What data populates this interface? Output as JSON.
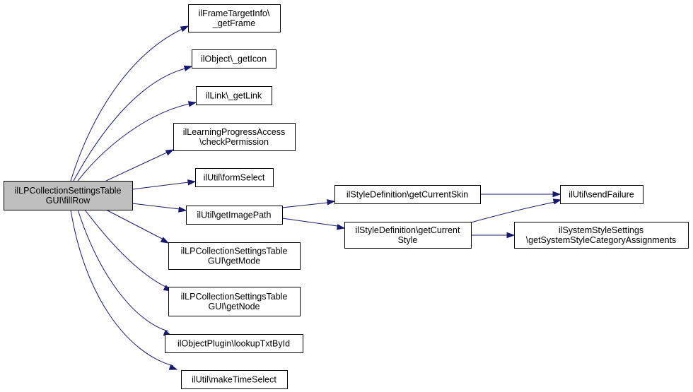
{
  "root": {
    "id": "root",
    "lines": [
      "ilLPCollectionSettingsTable",
      "GUI\\fillRow"
    ]
  },
  "nodes": [
    {
      "id": "n1",
      "lines": [
        "ilFrameTargetInfo\\",
        "_getFrame"
      ]
    },
    {
      "id": "n2",
      "lines": [
        "ilObject\\_getIcon"
      ]
    },
    {
      "id": "n3",
      "lines": [
        "ilLink\\_getLink"
      ]
    },
    {
      "id": "n4",
      "lines": [
        "ilLearningProgressAccess",
        "\\checkPermission"
      ]
    },
    {
      "id": "n5",
      "lines": [
        "ilUtil\\formSelect"
      ]
    },
    {
      "id": "n6",
      "lines": [
        "ilUtil\\getImagePath"
      ]
    },
    {
      "id": "n7",
      "lines": [
        "ilLPCollectionSettingsTable",
        "GUI\\getMode"
      ]
    },
    {
      "id": "n8",
      "lines": [
        "ilLPCollectionSettingsTable",
        "GUI\\getNode"
      ]
    },
    {
      "id": "n9",
      "lines": [
        "ilObjectPlugin\\lookupTxtById"
      ]
    },
    {
      "id": "n10",
      "lines": [
        "ilUtil\\makeTimeSelect"
      ]
    },
    {
      "id": "n11",
      "lines": [
        "ilStyleDefinition\\getCurrentSkin"
      ]
    },
    {
      "id": "n12",
      "lines": [
        "ilStyleDefinition\\getCurrent",
        "Style"
      ]
    },
    {
      "id": "n13",
      "lines": [
        "ilUtil\\sendFailure"
      ]
    },
    {
      "id": "n14",
      "lines": [
        "ilSystemStyleSettings",
        "\\getSystemStyleCategoryAssignments"
      ]
    }
  ],
  "edges": [
    {
      "from": "root",
      "to": "n1"
    },
    {
      "from": "root",
      "to": "n2"
    },
    {
      "from": "root",
      "to": "n3"
    },
    {
      "from": "root",
      "to": "n4"
    },
    {
      "from": "root",
      "to": "n5"
    },
    {
      "from": "root",
      "to": "n6"
    },
    {
      "from": "root",
      "to": "n7"
    },
    {
      "from": "root",
      "to": "n8"
    },
    {
      "from": "root",
      "to": "n9"
    },
    {
      "from": "root",
      "to": "n10"
    },
    {
      "from": "n6",
      "to": "n11"
    },
    {
      "from": "n6",
      "to": "n12"
    },
    {
      "from": "n11",
      "to": "n13"
    },
    {
      "from": "n12",
      "to": "n13"
    },
    {
      "from": "n12",
      "to": "n14"
    }
  ],
  "colors": {
    "edge": "#191970",
    "root_fill": "#bfbfbf",
    "node_fill": "#ffffff",
    "border": "#000000"
  }
}
